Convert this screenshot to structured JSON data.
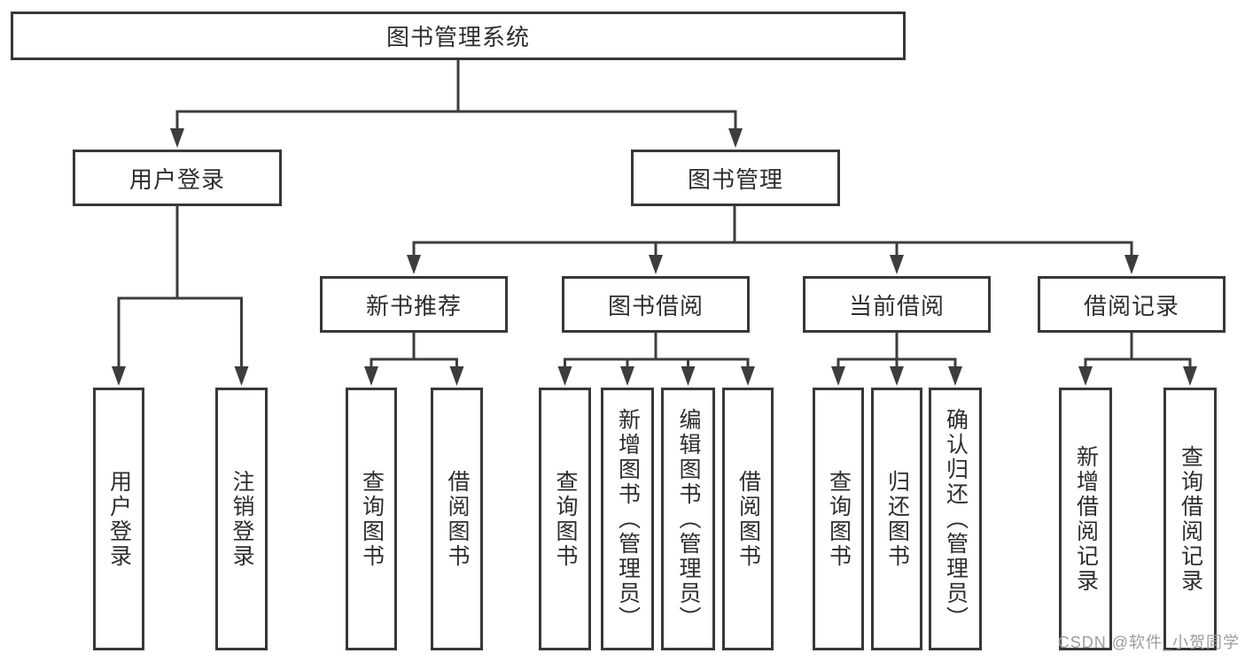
{
  "diagram_type": "hierarchy-tree",
  "colors": {
    "background": "#ffffff",
    "line": "#3d3d3d",
    "box_border": "#383838",
    "text": "#2e2e2e",
    "watermark": "#9c9c9c"
  },
  "tree": {
    "label": "图书管理系统",
    "children": [
      {
        "label": "用户登录",
        "children": [
          {
            "label": "用户登录"
          },
          {
            "label": "注销登录"
          }
        ]
      },
      {
        "label": "图书管理",
        "children": [
          {
            "label": "新书推荐",
            "children": [
              {
                "label": "查询图书"
              },
              {
                "label": "借阅图书"
              }
            ]
          },
          {
            "label": "图书借阅",
            "children": [
              {
                "label": "查询图书"
              },
              {
                "label": "新增图书（管理员）"
              },
              {
                "label": "编辑图书（管理员）"
              },
              {
                "label": "借阅图书"
              }
            ]
          },
          {
            "label": "当前借阅",
            "children": [
              {
                "label": "查询图书"
              },
              {
                "label": "归还图书"
              },
              {
                "label": "确认归还（管理员）"
              }
            ]
          },
          {
            "label": "借阅记录",
            "children": [
              {
                "label": "新增借阅记录"
              },
              {
                "label": "查询借阅记录"
              }
            ]
          }
        ]
      }
    ]
  },
  "watermark": {
    "text": "CSDN @软件_小贺同学"
  }
}
